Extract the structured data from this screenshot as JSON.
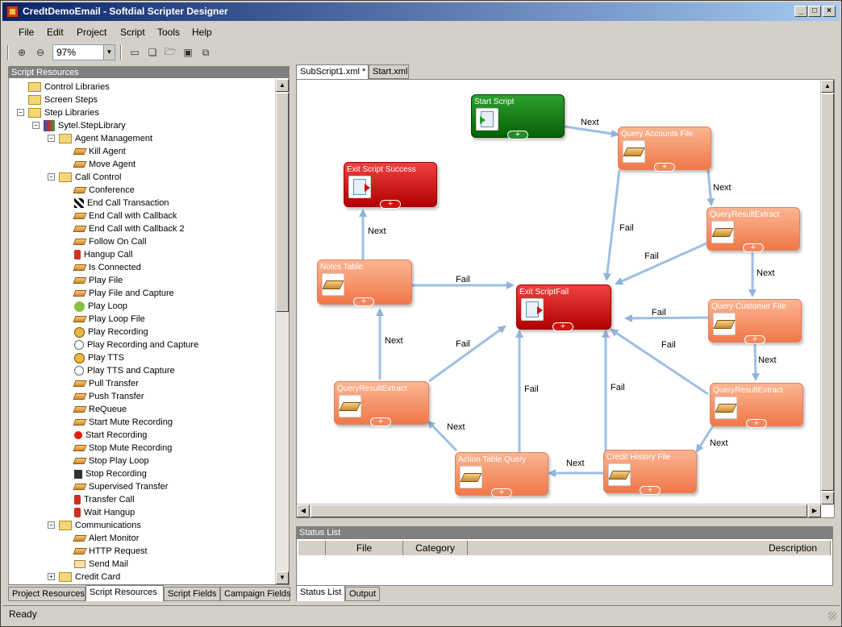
{
  "window": {
    "title": "CredtDemoEmail - Softdial Scripter Designer"
  },
  "menu": [
    "File",
    "Edit",
    "Project",
    "Script",
    "Tools",
    "Help"
  ],
  "toolbar": {
    "zoom": "97%"
  },
  "left_panel": {
    "header": "Script Resources",
    "tree": [
      {
        "label": "Control Libraries",
        "icon": "folder"
      },
      {
        "label": "Screen Steps",
        "icon": "folder"
      },
      {
        "label": "Step Libraries",
        "icon": "folder"
      },
      {
        "label": "Sytel.StepLibrary",
        "icon": "library"
      },
      {
        "label": "Agent Management",
        "icon": "folder"
      },
      {
        "label": "Kill Agent",
        "icon": "brick"
      },
      {
        "label": "Move Agent",
        "icon": "brick"
      },
      {
        "label": "Call Control",
        "icon": "folder"
      },
      {
        "label": "Conference",
        "icon": "brick"
      },
      {
        "label": "End Call Transaction",
        "icon": "flag"
      },
      {
        "label": "End Call with Callback",
        "icon": "brick"
      },
      {
        "label": "End Call with Callback 2",
        "icon": "brick"
      },
      {
        "label": "Follow On Call",
        "icon": "brick"
      },
      {
        "label": "Hangup Call",
        "icon": "red"
      },
      {
        "label": "Is Connected",
        "icon": "brick"
      },
      {
        "label": "Play File",
        "icon": "brick"
      },
      {
        "label": "Play File and Capture",
        "icon": "brick"
      },
      {
        "label": "Play Loop",
        "icon": "green"
      },
      {
        "label": "Play Loop File",
        "icon": "brick"
      },
      {
        "label": "Play Recording",
        "icon": "disc"
      },
      {
        "label": "Play Recording and Capture",
        "icon": "rec"
      },
      {
        "label": "Play TTS",
        "icon": "disc"
      },
      {
        "label": "Play TTS and Capture",
        "icon": "rec"
      },
      {
        "label": "Pull Transfer",
        "icon": "brick"
      },
      {
        "label": "Push Transfer",
        "icon": "brick"
      },
      {
        "label": "ReQueue",
        "icon": "brick"
      },
      {
        "label": "Start Mute Recording",
        "icon": "brick"
      },
      {
        "label": "Start Recording",
        "icon": "recdot"
      },
      {
        "label": "Stop Mute Recording",
        "icon": "brick"
      },
      {
        "label": "Stop Play Loop",
        "icon": "brick"
      },
      {
        "label": "Stop Recording",
        "icon": "stop"
      },
      {
        "label": "Supervised Transfer",
        "icon": "brick"
      },
      {
        "label": "Transfer Call",
        "icon": "red"
      },
      {
        "label": "Wait Hangup",
        "icon": "red"
      },
      {
        "label": "Communications",
        "icon": "folder"
      },
      {
        "label": "Alert Monitor",
        "icon": "brick"
      },
      {
        "label": "HTTP Request",
        "icon": "brick"
      },
      {
        "label": "Send Mail",
        "icon": "mail"
      },
      {
        "label": "Credit Card",
        "icon": "folder"
      }
    ],
    "tabs": [
      "Project Resources",
      "Script Resources",
      "Script Fields",
      "Campaign Fields"
    ]
  },
  "doc_tabs": [
    "SubScript1.xml *",
    "Start.xml"
  ],
  "flow": {
    "nodes": {
      "start": {
        "title": "Start Script",
        "plus": "+"
      },
      "query_accounts": {
        "title": "Query Accounts File",
        "plus": "+"
      },
      "exit_success": {
        "title": "Exit Script Success",
        "plus": "+"
      },
      "qre1": {
        "title": "QueryResultExtract",
        "plus": "+"
      },
      "notes": {
        "title": "Notes Table",
        "plus": "+"
      },
      "exit_fail": {
        "title": "Exit ScriptFail",
        "plus": "+"
      },
      "query_customer": {
        "title": "Query Customer File",
        "plus": "+"
      },
      "qre_left": {
        "title": "QueryResultExtract",
        "plus": "+"
      },
      "qre_right": {
        "title": "QueryResultExtract",
        "plus": "+"
      },
      "action": {
        "title": "Action Table Query",
        "plus": "+"
      },
      "credit": {
        "title": "Credit History File",
        "plus": "+"
      }
    },
    "edge_labels": {
      "next": "Next",
      "fail": "Fail"
    }
  },
  "status_list": {
    "header": "Status List",
    "columns": [
      "File",
      "Category",
      "Description"
    ],
    "tabs": [
      "Status List",
      "Output"
    ]
  },
  "statusbar": "Ready"
}
